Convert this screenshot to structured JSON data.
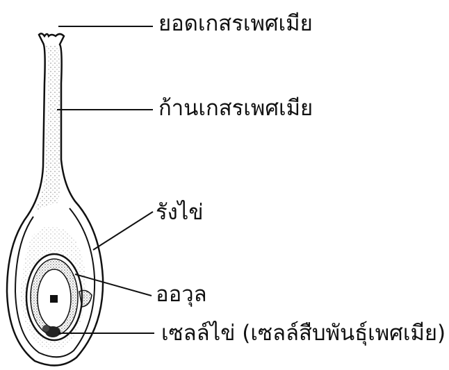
{
  "labels": {
    "stigma": "ยอดเกสรเพศเมีย",
    "style": "ก้านเกสรเพศเมีย",
    "ovary": "รังไข่",
    "ovule": "ออวุล",
    "egg_cell": "เซลล์ไข่ (เซลล์สืบพันธุ์เพศเมีย)"
  },
  "colors": {
    "ink": "#111111",
    "stipple": "#9a9a9a",
    "background": "#ffffff"
  }
}
